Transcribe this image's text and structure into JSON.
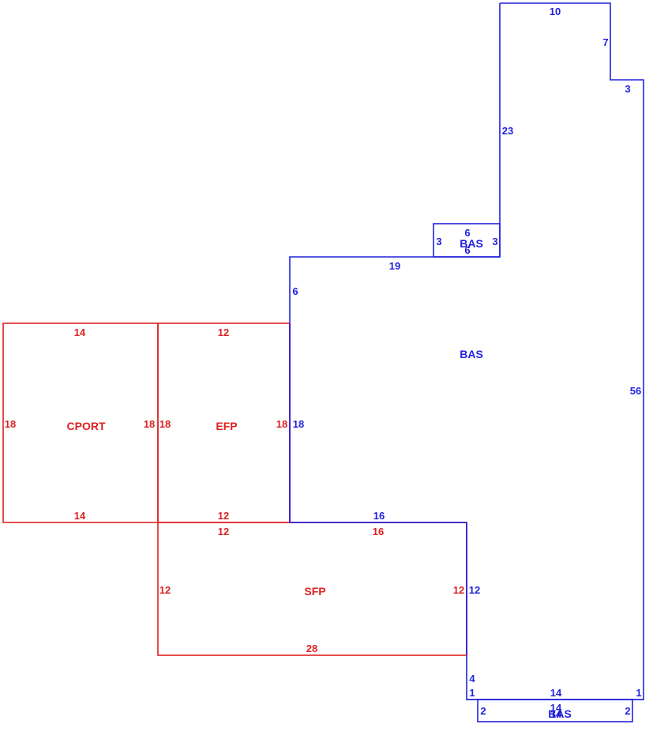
{
  "colors": {
    "blue": "#2222dd",
    "red": "#dd2222"
  },
  "areas": {
    "bas_main": "BAS",
    "bas_small_top": "BAS",
    "bas_small_bottom": "BAS",
    "cport": "CPORT",
    "efp": "EFP",
    "sfp": "SFP"
  },
  "dims": {
    "bas_top": "10",
    "bas_notch_vertical": "7",
    "bas_notch_horizontal": "3",
    "bas_left_upper": "23",
    "bas_right": "56",
    "bas_ledge": "19",
    "bas_left_mid": "6",
    "bas_left_lower": "18",
    "bas_bottom_mid": "16",
    "bas_sfp_side": "12",
    "bas_lower_left": "4",
    "bas_step_left": "1",
    "bas_step_right": "1",
    "bas_bottom": "14",
    "small_top_w_top": "6",
    "small_top_w_bottom": "6",
    "small_top_h_left": "3",
    "small_top_h_right": "3",
    "small_bottom_w_top": "14",
    "small_bottom_w_bottom": "14",
    "small_bottom_h_left": "2",
    "small_bottom_h_right": "2",
    "cport_top": "14",
    "cport_bottom": "14",
    "cport_left": "18",
    "cport_right": "18",
    "efp_top": "12",
    "efp_bottom": "12",
    "efp_left": "18",
    "efp_right": "18",
    "sfp_top_left": "12",
    "sfp_top_right": "16",
    "sfp_left": "12",
    "sfp_right": "12",
    "sfp_bottom": "28"
  }
}
